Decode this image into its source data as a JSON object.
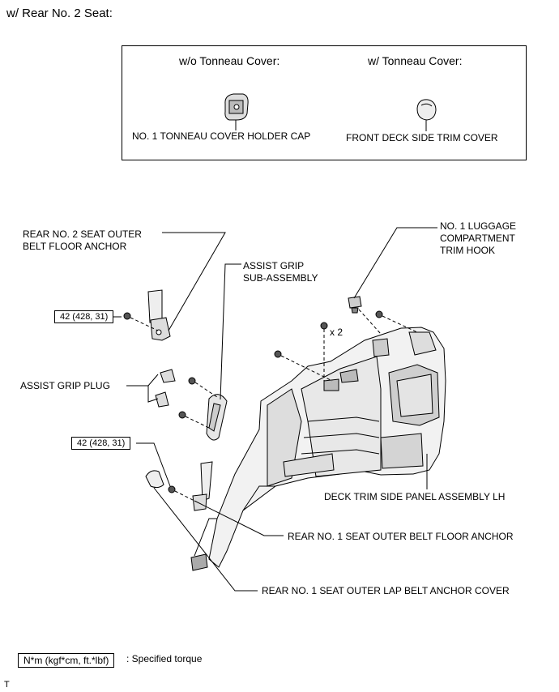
{
  "title": "w/ Rear No. 2 Seat:",
  "inset": {
    "left_heading": "w/o Tonneau Cover:",
    "right_heading": "w/ Tonneau Cover:",
    "left_part": "NO. 1 TONNEAU COVER HOLDER CAP",
    "right_part": "FRONT DECK SIDE TRIM COVER"
  },
  "callouts": {
    "rear2_anchor": "REAR NO. 2 SEAT OUTER\nBELT FLOOR ANCHOR",
    "assist_grip": "ASSIST GRIP\nSUB-ASSEMBLY",
    "luggage_hook": "NO. 1 LUGGAGE\nCOMPARTMENT\nTRIM HOOK",
    "qty": "x 2",
    "assist_plug": "ASSIST GRIP PLUG",
    "deck_trim": "DECK TRIM SIDE PANEL ASSEMBLY LH",
    "rear1_anchor": "REAR NO. 1 SEAT OUTER BELT FLOOR ANCHOR",
    "rear1_cover": "REAR NO. 1 SEAT OUTER LAP BELT ANCHOR COVER"
  },
  "torques": {
    "upper": "42 (428, 31)",
    "lower": "42 (428, 31)"
  },
  "legend": {
    "unit": "N*m (kgf*cm, ft.*lbf)",
    "desc": ": Specified torque"
  },
  "corner_mark": "T"
}
